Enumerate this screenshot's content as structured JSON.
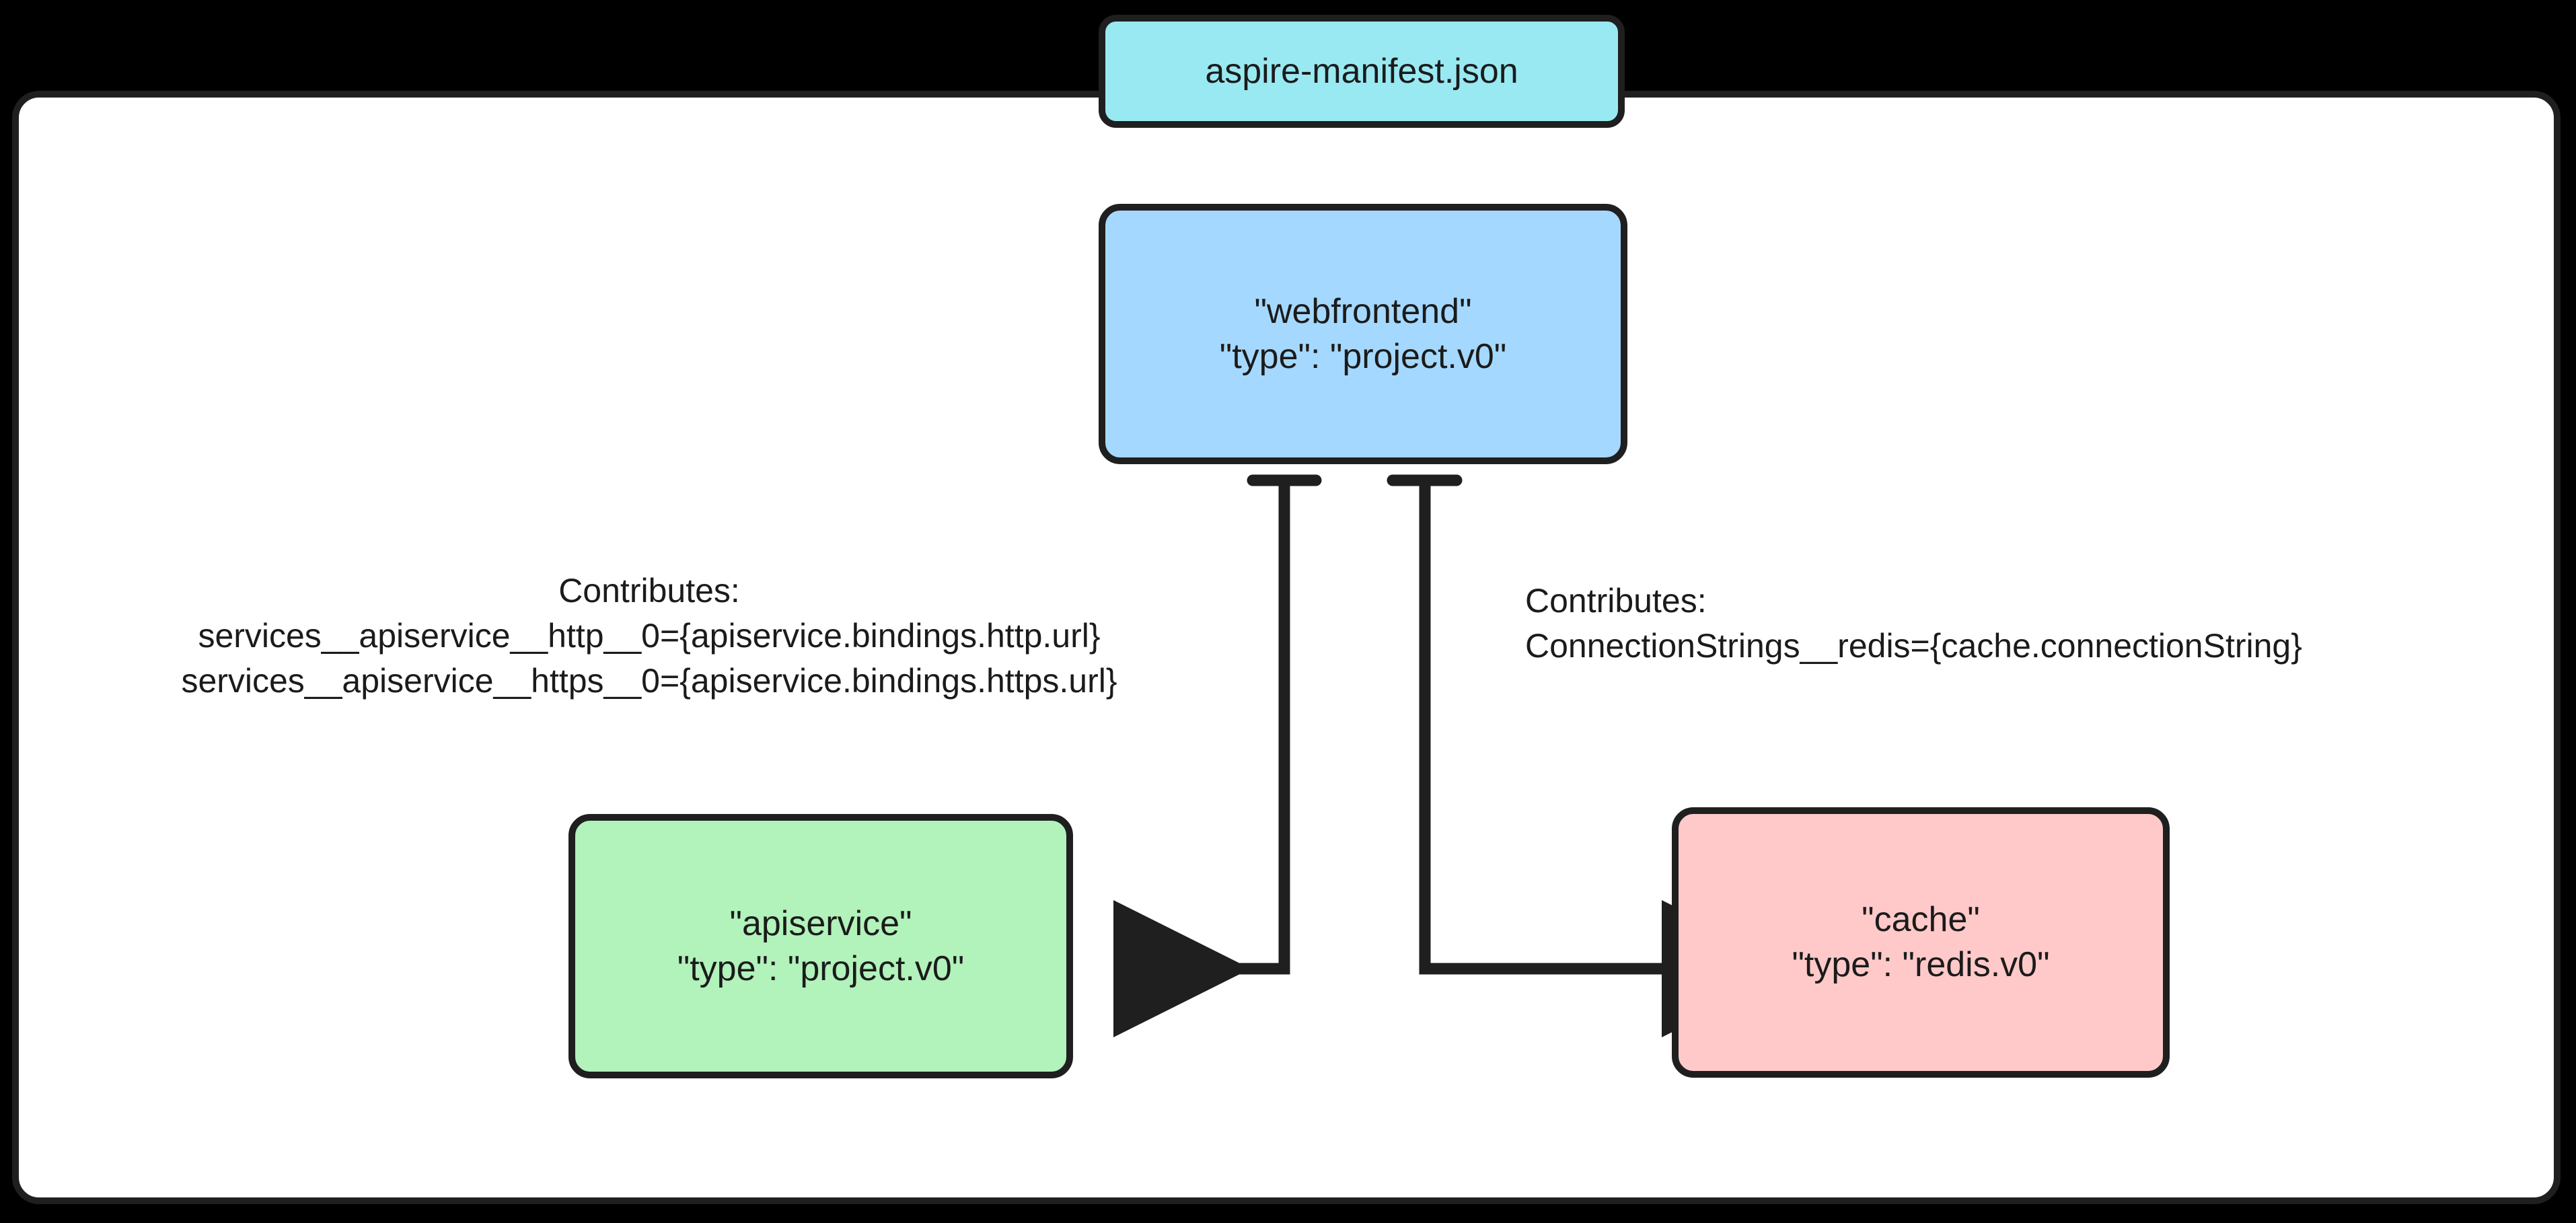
{
  "diagram": {
    "type": "flowchart",
    "background_color": "#000000",
    "container_fill": "#ffffff",
    "stroke_color": "#1f1f1f",
    "subgraph_title": "aspire-manifest.json",
    "nodes": [
      {
        "id": "webfrontend",
        "name": "\"webfrontend\"",
        "type_line": "\"type\": \"project.v0\"",
        "color": "#a5d8ff"
      },
      {
        "id": "apiservice",
        "name": "\"apiservice\"",
        "type_line": "\"type\": \"project.v0\"",
        "color": "#b2f2bb"
      },
      {
        "id": "cache",
        "name": "\"cache\"",
        "type_line": "\"type\": \"redis.v0\"",
        "color": "#ffc9c9"
      }
    ],
    "edges": [
      {
        "id": "webfrontend-to-apiservice",
        "from": "webfrontend",
        "to": "apiservice",
        "label_heading": "Contributes:",
        "label_lines": [
          "services__apiservice__http__0={apiservice.bindings.http.url}",
          "services__apiservice__https__0={apiservice.bindings.https.url}"
        ]
      },
      {
        "id": "webfrontend-to-cache",
        "from": "webfrontend",
        "to": "cache",
        "label_heading": "Contributes:",
        "label_lines": [
          "ConnectionStrings__redis={cache.connectionString}"
        ]
      }
    ]
  }
}
